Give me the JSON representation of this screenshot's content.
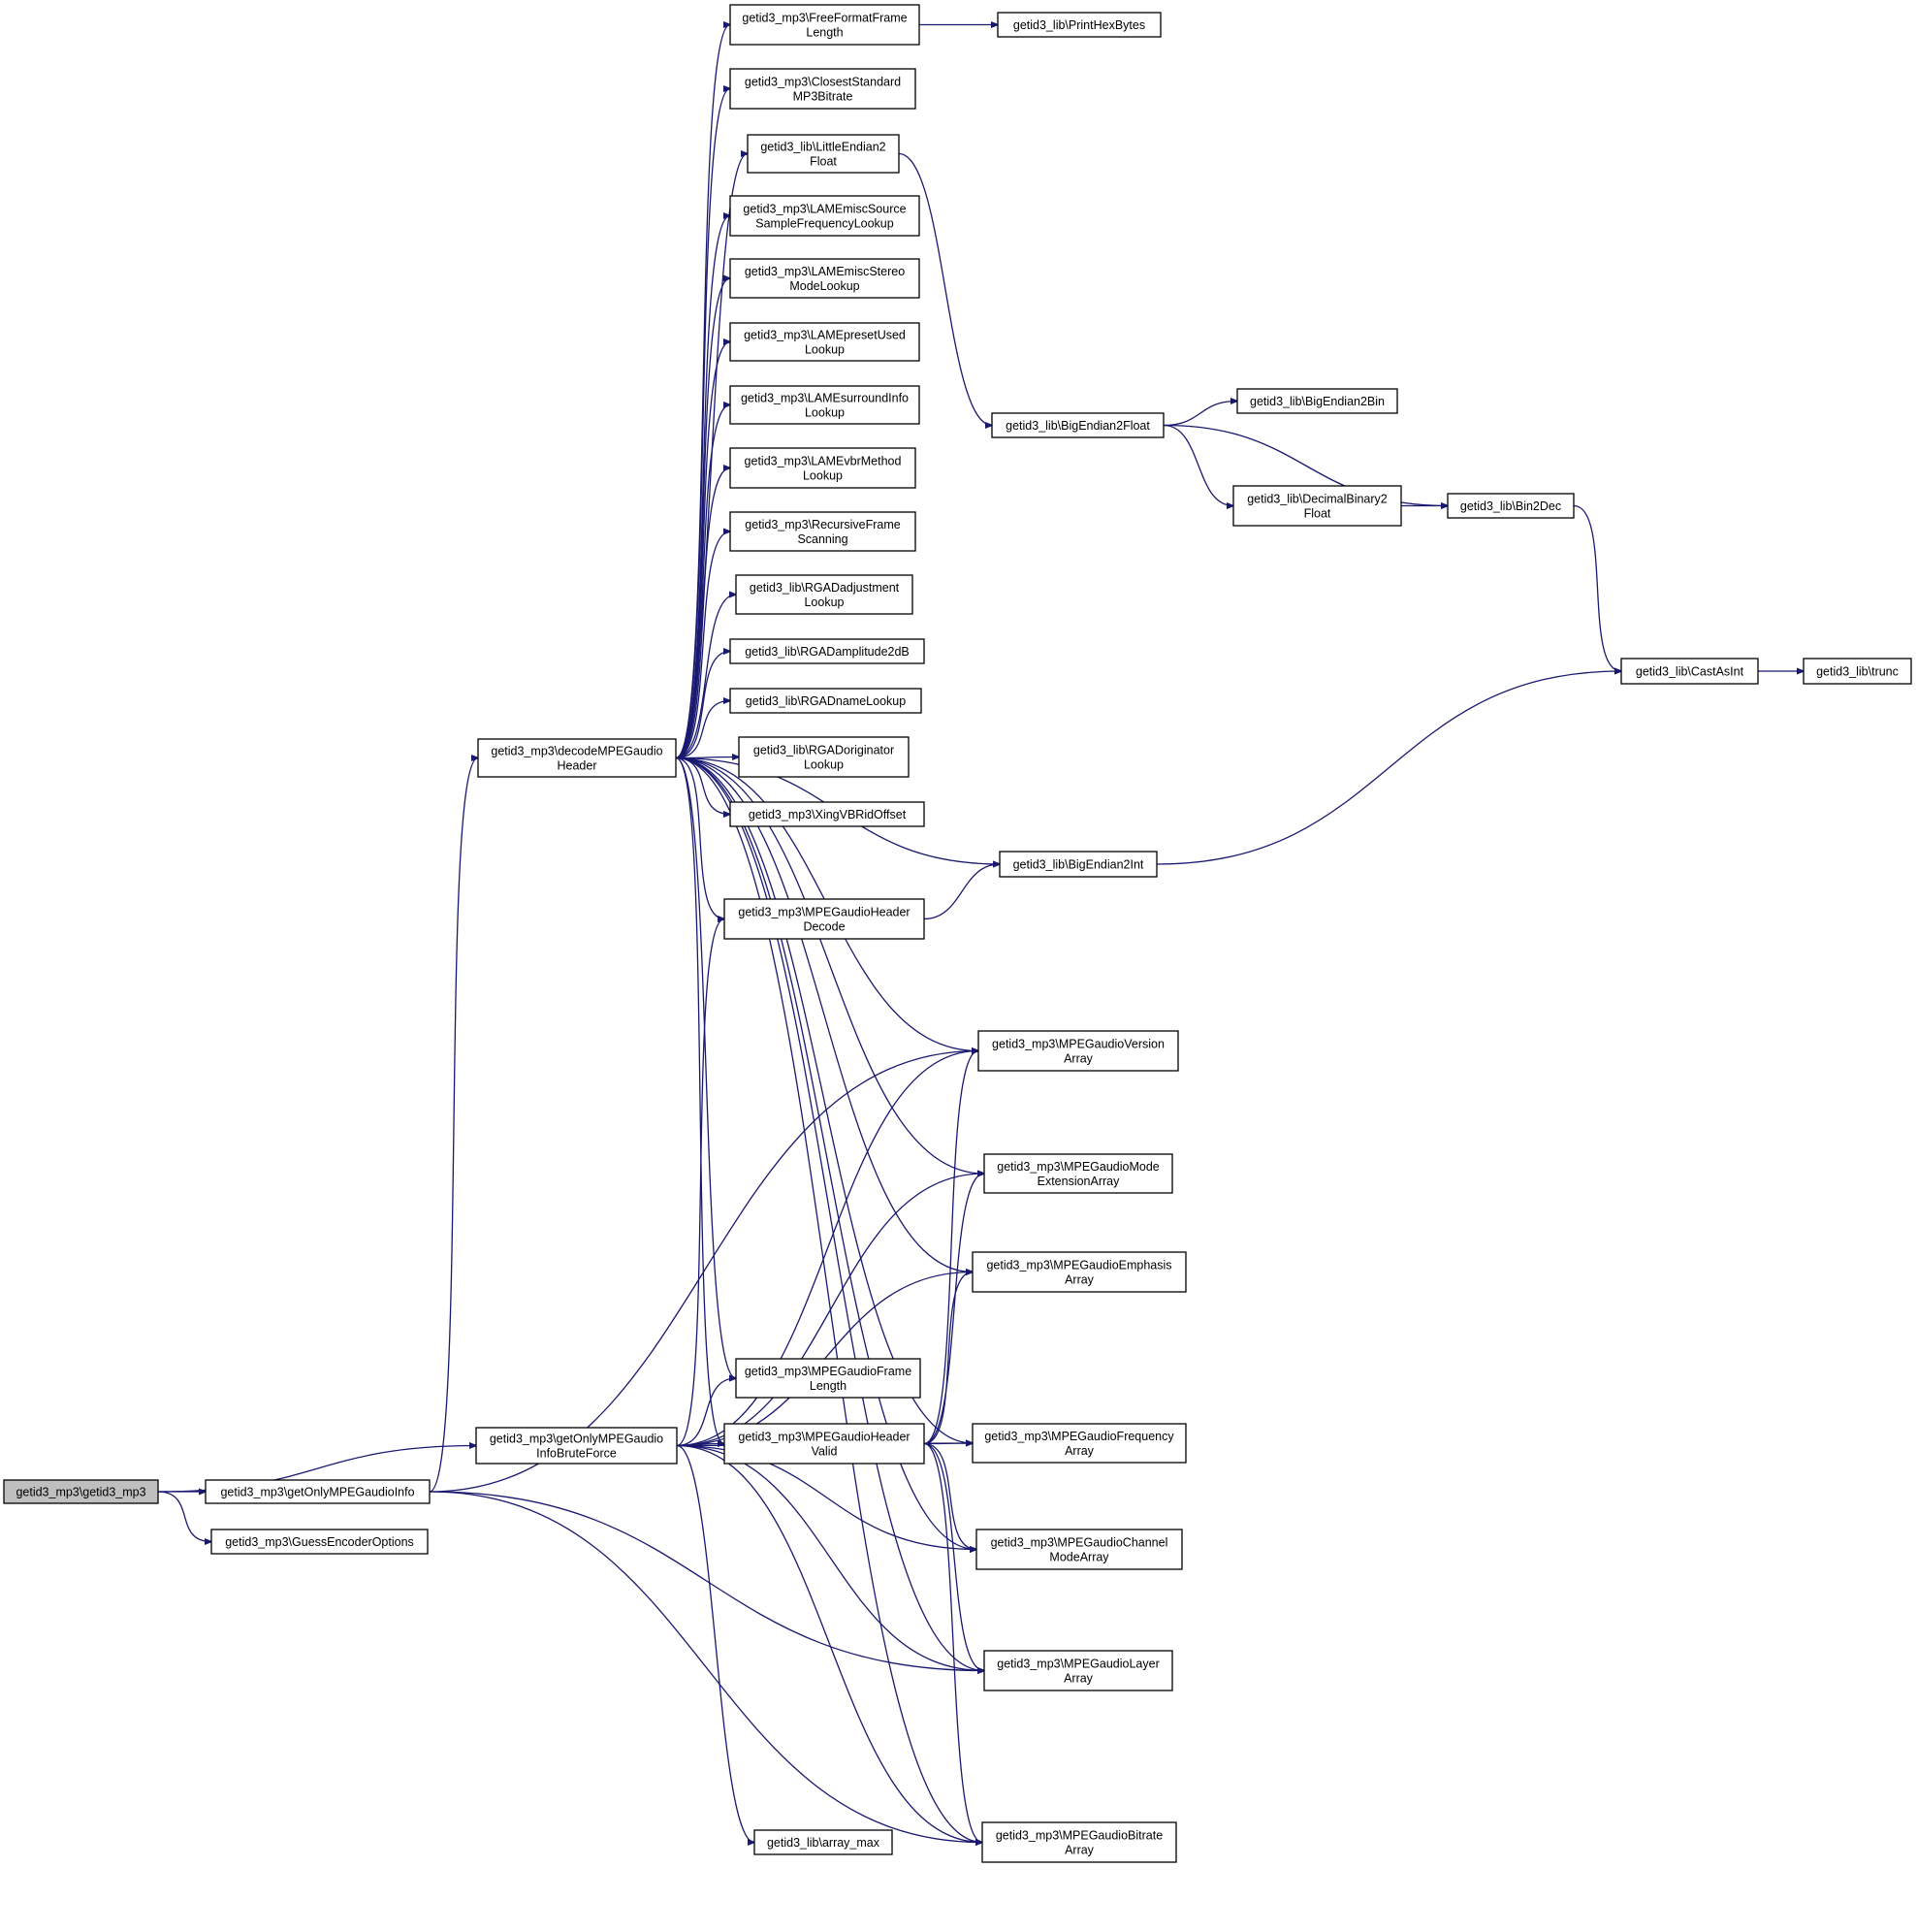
{
  "colors": {
    "edge": "#191970",
    "node_fill": "#ffffff",
    "root_fill": "#bfbfbf",
    "border": "#000000"
  },
  "nodes": [
    {
      "id": "root",
      "lines": [
        "getid3_mp3\\getid3_mp3"
      ]
    },
    {
      "id": "getOnly",
      "lines": [
        "getid3_mp3\\getOnlyMPEGaudioInfo"
      ]
    },
    {
      "id": "guess",
      "lines": [
        "getid3_mp3\\GuessEncoderOptions"
      ]
    },
    {
      "id": "brute",
      "lines": [
        "getid3_mp3\\getOnlyMPEGaudio",
        "InfoBruteForce"
      ]
    },
    {
      "id": "decode",
      "lines": [
        "getid3_mp3\\decodeMPEGaudio",
        "Header"
      ]
    },
    {
      "id": "freeformat",
      "lines": [
        "getid3_mp3\\FreeFormatFrame",
        "Length"
      ]
    },
    {
      "id": "printhex",
      "lines": [
        "getid3_lib\\PrintHexBytes"
      ]
    },
    {
      "id": "closest",
      "lines": [
        "getid3_mp3\\ClosestStandard",
        "MP3Bitrate"
      ]
    },
    {
      "id": "littleendian",
      "lines": [
        "getid3_lib\\LittleEndian2",
        "Float"
      ]
    },
    {
      "id": "lamesource",
      "lines": [
        "getid3_mp3\\LAMEmiscSource",
        "SampleFrequencyLookup"
      ]
    },
    {
      "id": "lamestereo",
      "lines": [
        "getid3_mp3\\LAMEmiscStereo",
        "ModeLookup"
      ]
    },
    {
      "id": "lamepreset",
      "lines": [
        "getid3_mp3\\LAMEpresetUsed",
        "Lookup"
      ]
    },
    {
      "id": "lamesurround",
      "lines": [
        "getid3_mp3\\LAMEsurroundInfo",
        "Lookup"
      ]
    },
    {
      "id": "lamevbr",
      "lines": [
        "getid3_mp3\\LAMEvbrMethod",
        "Lookup"
      ]
    },
    {
      "id": "recursive",
      "lines": [
        "getid3_mp3\\RecursiveFrame",
        "Scanning"
      ]
    },
    {
      "id": "rgaadj",
      "lines": [
        "getid3_lib\\RGADadjustment",
        "Lookup"
      ]
    },
    {
      "id": "rgaamp",
      "lines": [
        "getid3_lib\\RGADamplitude2dB"
      ]
    },
    {
      "id": "rgadname",
      "lines": [
        "getid3_lib\\RGADnameLookup"
      ]
    },
    {
      "id": "rgadorig",
      "lines": [
        "getid3_lib\\RGADoriginator",
        "Lookup"
      ]
    },
    {
      "id": "xing",
      "lines": [
        "getid3_mp3\\XingVBRidOffset"
      ]
    },
    {
      "id": "bigendian2float",
      "lines": [
        "getid3_lib\\BigEndian2Float"
      ]
    },
    {
      "id": "bigendian2bin",
      "lines": [
        "getid3_lib\\BigEndian2Bin"
      ]
    },
    {
      "id": "decbin2float",
      "lines": [
        "getid3_lib\\DecimalBinary2",
        "Float"
      ]
    },
    {
      "id": "bin2dec",
      "lines": [
        "getid3_lib\\Bin2Dec"
      ]
    },
    {
      "id": "castasint",
      "lines": [
        "getid3_lib\\CastAsInt"
      ]
    },
    {
      "id": "trunc",
      "lines": [
        "getid3_lib\\trunc"
      ]
    },
    {
      "id": "bigendian2int",
      "lines": [
        "getid3_lib\\BigEndian2Int"
      ]
    },
    {
      "id": "hdrdecode",
      "lines": [
        "getid3_mp3\\MPEGaudioHeader",
        "Decode"
      ]
    },
    {
      "id": "version",
      "lines": [
        "getid3_mp3\\MPEGaudioVersion",
        "Array"
      ]
    },
    {
      "id": "modeext",
      "lines": [
        "getid3_mp3\\MPEGaudioMode",
        "ExtensionArray"
      ]
    },
    {
      "id": "emphasis",
      "lines": [
        "getid3_mp3\\MPEGaudioEmphasis",
        "Array"
      ]
    },
    {
      "id": "framelen",
      "lines": [
        "getid3_mp3\\MPEGaudioFrame",
        "Length"
      ]
    },
    {
      "id": "hdrvalid",
      "lines": [
        "getid3_mp3\\MPEGaudioHeader",
        "Valid"
      ]
    },
    {
      "id": "frequency",
      "lines": [
        "getid3_mp3\\MPEGaudioFrequency",
        "Array"
      ]
    },
    {
      "id": "channel",
      "lines": [
        "getid3_mp3\\MPEGaudioChannel",
        "ModeArray"
      ]
    },
    {
      "id": "layer",
      "lines": [
        "getid3_mp3\\MPEGaudioLayer",
        "Array"
      ]
    },
    {
      "id": "arraymax",
      "lines": [
        "getid3_lib\\array_max"
      ]
    },
    {
      "id": "bitrate",
      "lines": [
        "getid3_mp3\\MPEGaudioBitrate",
        "Array"
      ]
    }
  ],
  "edges": [
    [
      "root",
      "getOnly"
    ],
    [
      "root",
      "guess"
    ],
    [
      "root",
      "brute"
    ],
    [
      "getOnly",
      "decode"
    ],
    [
      "getOnly",
      "version"
    ],
    [
      "getOnly",
      "layer"
    ],
    [
      "getOnly",
      "bitrate"
    ],
    [
      "decode",
      "freeformat"
    ],
    [
      "decode",
      "closest"
    ],
    [
      "decode",
      "littleendian"
    ],
    [
      "decode",
      "lamesource"
    ],
    [
      "decode",
      "lamestereo"
    ],
    [
      "decode",
      "lamepreset"
    ],
    [
      "decode",
      "lamesurround"
    ],
    [
      "decode",
      "lamevbr"
    ],
    [
      "decode",
      "recursive"
    ],
    [
      "decode",
      "rgaadj"
    ],
    [
      "decode",
      "rgaamp"
    ],
    [
      "decode",
      "rgadname"
    ],
    [
      "decode",
      "rgadorig"
    ],
    [
      "decode",
      "xing"
    ],
    [
      "decode",
      "bigendian2int"
    ],
    [
      "decode",
      "hdrdecode"
    ],
    [
      "decode",
      "version"
    ],
    [
      "decode",
      "modeext"
    ],
    [
      "decode",
      "emphasis"
    ],
    [
      "decode",
      "framelen"
    ],
    [
      "decode",
      "hdrvalid"
    ],
    [
      "decode",
      "frequency"
    ],
    [
      "decode",
      "channel"
    ],
    [
      "decode",
      "layer"
    ],
    [
      "decode",
      "bitrate"
    ],
    [
      "brute",
      "hdrdecode"
    ],
    [
      "brute",
      "version"
    ],
    [
      "brute",
      "modeext"
    ],
    [
      "brute",
      "emphasis"
    ],
    [
      "brute",
      "framelen"
    ],
    [
      "brute",
      "hdrvalid"
    ],
    [
      "brute",
      "frequency"
    ],
    [
      "brute",
      "channel"
    ],
    [
      "brute",
      "layer"
    ],
    [
      "brute",
      "arraymax"
    ],
    [
      "brute",
      "bitrate"
    ],
    [
      "hdrvalid",
      "version"
    ],
    [
      "hdrvalid",
      "modeext"
    ],
    [
      "hdrvalid",
      "emphasis"
    ],
    [
      "hdrvalid",
      "frequency"
    ],
    [
      "hdrvalid",
      "channel"
    ],
    [
      "hdrvalid",
      "layer"
    ],
    [
      "hdrvalid",
      "bitrate"
    ],
    [
      "hdrdecode",
      "bigendian2int"
    ],
    [
      "freeformat",
      "printhex"
    ],
    [
      "littleendian",
      "bigendian2float"
    ],
    [
      "bigendian2float",
      "bigendian2bin"
    ],
    [
      "bigendian2float",
      "decbin2float"
    ],
    [
      "bigendian2float",
      "bin2dec"
    ],
    [
      "decbin2float",
      "bin2dec"
    ],
    [
      "bin2dec",
      "castasint"
    ],
    [
      "bigendian2int",
      "castasint"
    ],
    [
      "castasint",
      "trunc"
    ]
  ]
}
